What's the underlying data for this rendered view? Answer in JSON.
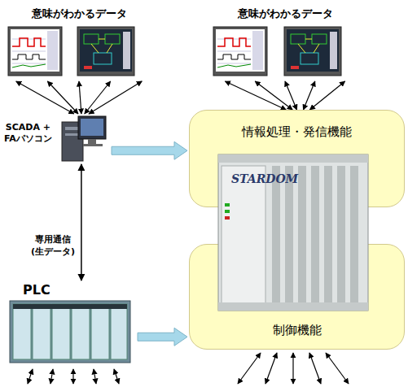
{
  "diagram": {
    "nodes": [
      {
        "text": [
          "意味がわかるデータ"
        ]
      },
      {
        "text": [
          "意味がわかるデータ"
        ]
      },
      {
        "text": [
          "SCADA + FAパソコン"
        ]
      },
      {
        "text": [
          "情報処理・発信機能"
        ]
      },
      {
        "text": [
          "PLC"
        ]
      },
      {
        "text": [
          "制御機能"
        ]
      }
    ],
    "edges": [
      {
        "from": 2,
        "to": 0,
        "arrow": "both"
      },
      {
        "from": 1,
        "to": 3,
        "arrow": "both"
      },
      {
        "from": 2,
        "to": 3,
        "arrow": "to"
      },
      {
        "from": 2,
        "to": 4,
        "label": "専用通信 (生データ)",
        "arrow": "both"
      },
      {
        "from": 4,
        "to": 5,
        "arrow": "to"
      }
    ],
    "labels": [
      "STARDOM"
    ]
  }
}
